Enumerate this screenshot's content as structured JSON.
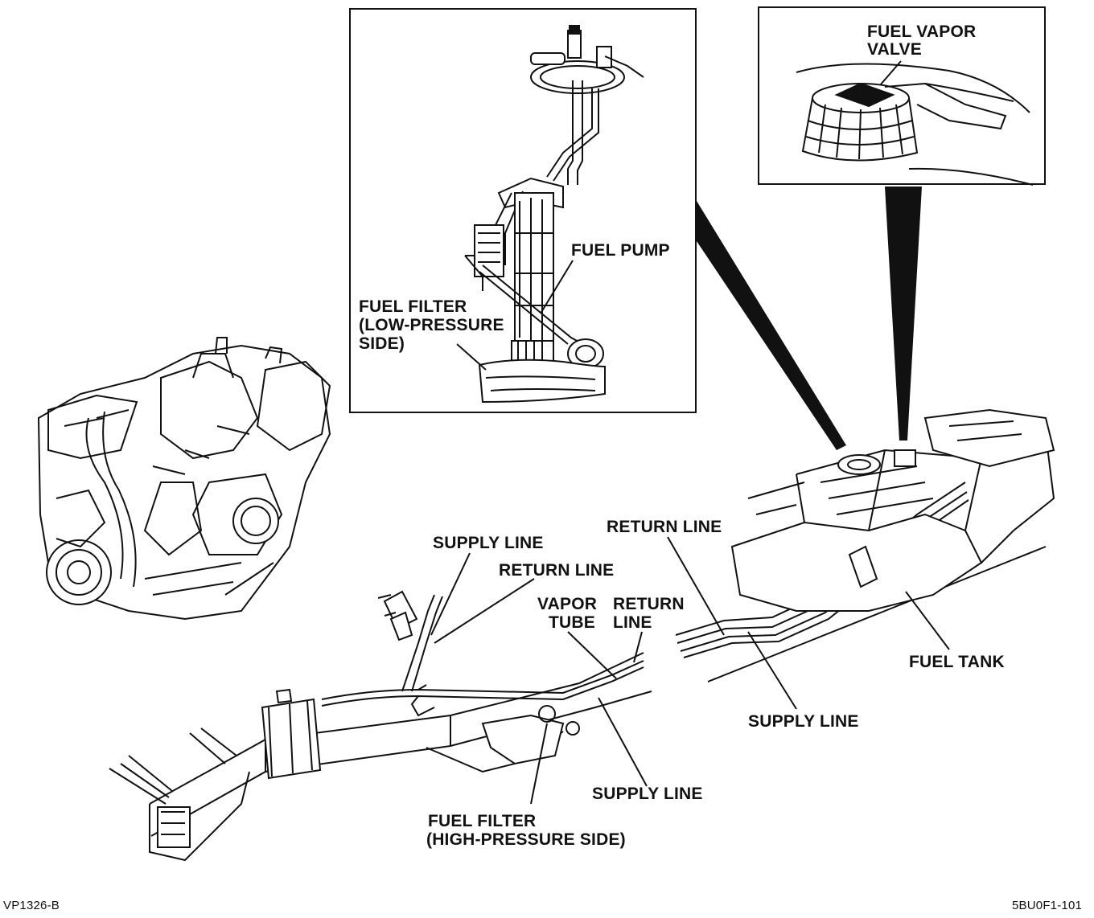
{
  "labels": {
    "fuel_vapor_valve_1": "FUEL VAPOR",
    "fuel_vapor_valve_2": "VALVE",
    "fuel_pump": "FUEL PUMP",
    "fuel_filter_low_1": "FUEL FILTER",
    "fuel_filter_low_2": "(LOW-PRESSURE",
    "fuel_filter_low_3": "SIDE)",
    "supply_line_left": "SUPPLY LINE",
    "return_line_left": "RETURN LINE",
    "vapor_tube_1": "VAPOR",
    "vapor_tube_2": "TUBE",
    "return_line_mid_1": "RETURN",
    "return_line_mid_2": "LINE",
    "return_line_right": "RETURN LINE",
    "fuel_tank": "FUEL TANK",
    "supply_line_right": "SUPPLY LINE",
    "supply_line_bottom": "SUPPLY LINE",
    "fuel_filter_high_1": "FUEL FILTER",
    "fuel_filter_high_2": "(HIGH-PRESSURE SIDE)"
  },
  "footer": {
    "left_code": "VP1326-B",
    "right_code": "5BU0F1-101"
  }
}
